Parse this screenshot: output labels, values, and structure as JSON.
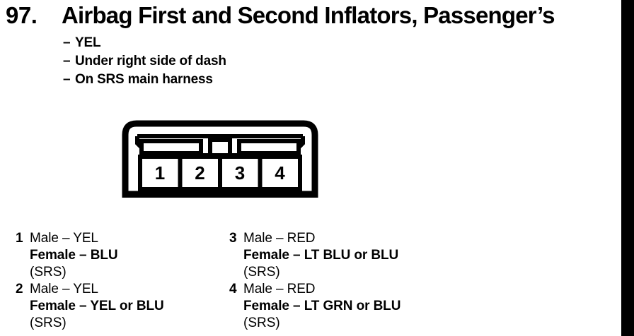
{
  "page": {
    "background_color": "#ffffff",
    "ink_color": "#000000"
  },
  "scan_artifact": {
    "name": "right-edge-black-bar",
    "color": "#000000"
  },
  "header": {
    "number": "97.",
    "title": "Airbag First and Second Inflators, Passenger’s"
  },
  "bullets": [
    {
      "dash": "–",
      "text": "YEL"
    },
    {
      "dash": "–",
      "text": "Under right side of dash"
    },
    {
      "dash": "–",
      "text": "On SRS main harness"
    }
  ],
  "connector": {
    "name": "4-pin-connector-face-view",
    "pin_count": 4,
    "pin_labels": [
      "1",
      "2",
      "3",
      "4"
    ],
    "features": [
      "left-keyway-slot",
      "center-latch-square",
      "right-keyway-slot",
      "chamfered-shoulders"
    ],
    "outline_color": "#000000",
    "fill_color": "#ffffff"
  },
  "pin_legend": {
    "columns": [
      {
        "name": "left-column",
        "entries": [
          {
            "number": "1",
            "male": "Male – YEL",
            "female": "Female – BLU",
            "note": "(SRS)"
          },
          {
            "number": "2",
            "male": "Male – YEL",
            "female": "Female – YEL or BLU",
            "note": "(SRS)"
          }
        ]
      },
      {
        "name": "right-column",
        "entries": [
          {
            "number": "3",
            "male": "Male – RED",
            "female": "Female – LT BLU or BLU",
            "note": "(SRS)"
          },
          {
            "number": "4",
            "male": "Male – RED",
            "female": "Female – LT GRN or BLU",
            "note": "(SRS)"
          }
        ]
      }
    ]
  }
}
